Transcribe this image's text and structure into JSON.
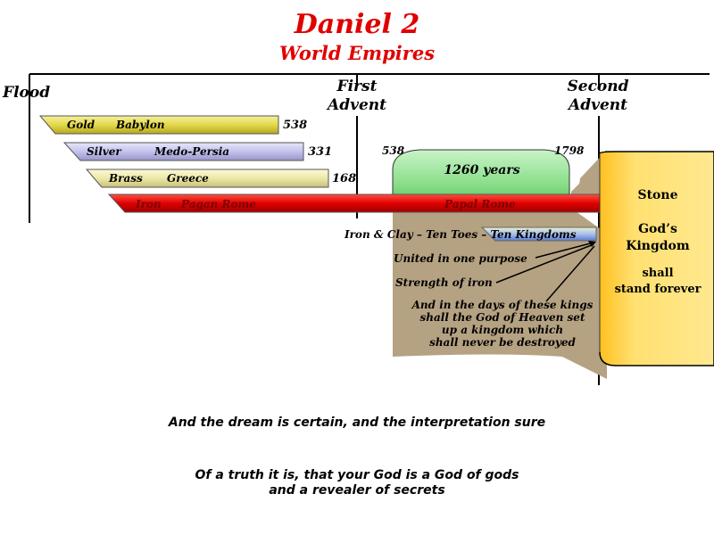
{
  "header": {
    "title": "Daniel 2",
    "subtitle": "World Empires"
  },
  "markers": {
    "flood": "Flood",
    "first_advent_line1": "First",
    "first_advent_line2": "Advent",
    "second_advent_line1": "Second",
    "second_advent_line2": "Advent"
  },
  "empires": [
    {
      "metal": "Gold",
      "name": "Babylon",
      "end": "538",
      "color": "#e8e06a"
    },
    {
      "metal": "Silver",
      "name": "Medo-Persia",
      "end": "331",
      "color": "#c9c8ee"
    },
    {
      "metal": "Brass",
      "name": "Greece",
      "end": "168",
      "color": "#eeeab0"
    },
    {
      "metal": "Iron",
      "name": "Pagan Rome",
      "end": "",
      "color": "#e00000"
    }
  ],
  "papal": {
    "label": "Papal Rome",
    "start": "538",
    "end": "1798",
    "duration": "1260 years",
    "color": "#8ee08e"
  },
  "ten_kingdoms": {
    "label": "Iron & Clay – Ten Toes – Ten Kingdoms",
    "notes": [
      "United in one purpose",
      "Strength of iron"
    ],
    "prophecy": [
      "And in the days of these kings",
      "shall the God of Heaven set",
      "up a kingdom which",
      "shall never be destroyed"
    ]
  },
  "stone_kingdom": {
    "line1": "Stone",
    "line2": "God’s",
    "line3": "Kingdom",
    "line4": "shall",
    "line5": "stand forever",
    "color": "#ffd84a"
  },
  "quotes": {
    "line1": "And the dream is certain, and the interpretation sure",
    "line2": "Of a truth it is, that your God is a God of gods",
    "line3": "and a revealer of secrets"
  }
}
